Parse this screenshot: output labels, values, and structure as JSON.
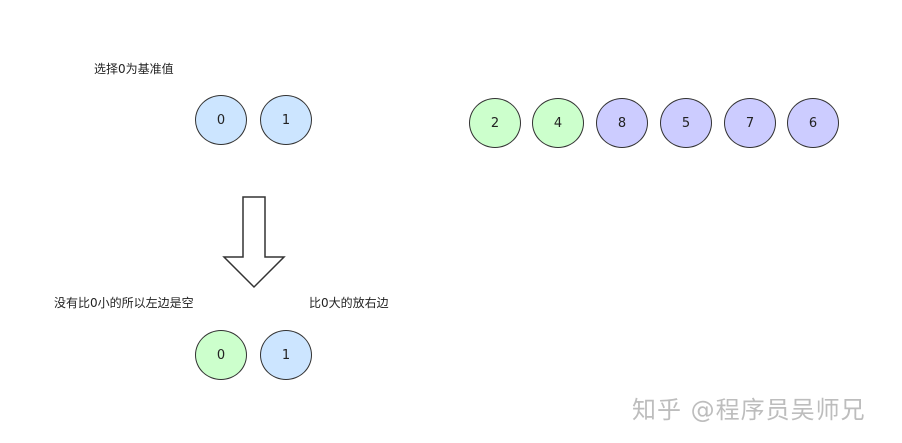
{
  "colors": {
    "blue": "#cce5ff",
    "green": "#ccffcc",
    "purple": "#ccccff",
    "stroke": "#333333"
  },
  "labels": {
    "top_title": "选择0为基准值",
    "bottom_left": "没有比0小的所以左边是空",
    "bottom_right": "比0大的放右边"
  },
  "top_nodes": [
    {
      "value": "0",
      "color": "blue"
    },
    {
      "value": "1",
      "color": "blue"
    }
  ],
  "right_nodes": [
    {
      "value": "2",
      "color": "green"
    },
    {
      "value": "4",
      "color": "green"
    },
    {
      "value": "8",
      "color": "purple"
    },
    {
      "value": "5",
      "color": "purple"
    },
    {
      "value": "7",
      "color": "purple"
    },
    {
      "value": "6",
      "color": "purple"
    }
  ],
  "bottom_nodes": [
    {
      "value": "0",
      "color": "green"
    },
    {
      "value": "1",
      "color": "blue"
    }
  ],
  "arrow": {
    "icon": "down-arrow-icon"
  },
  "watermark": "知乎 @程序员吴师兄"
}
